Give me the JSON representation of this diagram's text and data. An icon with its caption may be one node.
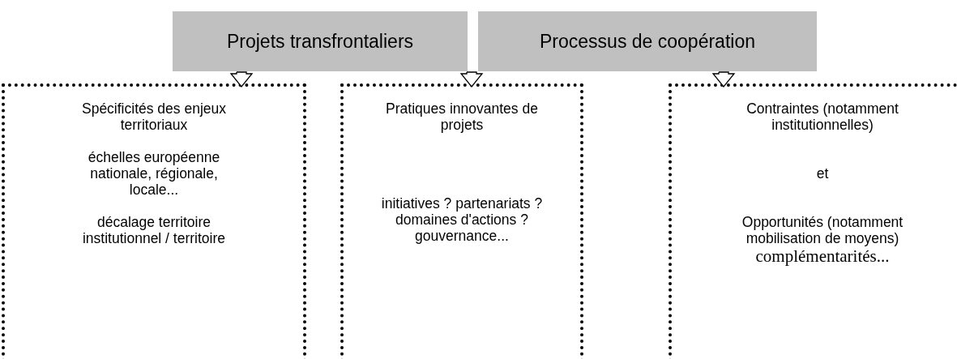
{
  "diagram": {
    "nodes": [
      {
        "text": [
          "Projets transfrontaliers"
        ]
      },
      {
        "text": [
          "Processus de coopération"
        ]
      },
      {
        "text": [
          "Spécificités des enjeux territoriaux",
          "échelles européenne nationale, régionale, locale...",
          "décalage territoire institutionnel / territoire"
        ]
      },
      {
        "text": [
          "Pratiques innovantes de projets",
          "initiatives ? partenariats ? domaines d'actions ? gouvernance..."
        ]
      },
      {
        "text": [
          "Contraintes (notamment institutionnelles)",
          "et",
          "Opportunités (notamment mobilisation de moyens)",
          "complémentarités..."
        ]
      }
    ],
    "edges": [
      {
        "from": 0,
        "to": 2,
        "arrow": "to"
      },
      {
        "from": null,
        "to": 3,
        "arrow": "to"
      },
      {
        "from": 1,
        "to": 4,
        "arrow": "to"
      }
    ]
  }
}
